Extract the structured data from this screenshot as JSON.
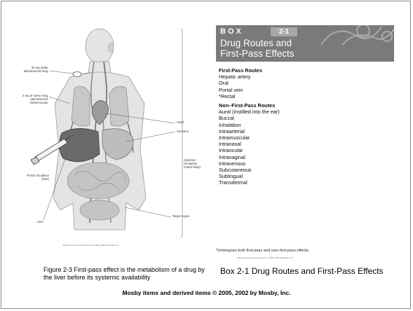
{
  "figure": {
    "label_oral": "40 mg orally administered drug",
    "label_iv": "2 mg of same drug administered intravenously",
    "label_heart": "Heart",
    "label_stomach": "Stomach",
    "label_portal": "Portal circulation (liver)",
    "label_systemic": "Systemic circulation (entire body)",
    "label_liver": "Liver",
    "label_target": "Target organ",
    "credit": "Mosby items and derived items © 2005, 2002 by Mosby, Inc."
  },
  "box": {
    "tag": "BOX",
    "number": "2-1",
    "title_line1": "Drug Routes and",
    "title_line2": "First-Pass Effects",
    "first_pass_heading": "First-Pass Routes",
    "first_pass_items": [
      "Hepatic artery",
      "Oral",
      "Portal vein",
      "*Rectal"
    ],
    "non_first_pass_heading": "Non–First-Pass Routes",
    "non_first_pass_items": [
      "Aural (instilled into the ear)",
      "Buccal",
      "Inhalation",
      "Intraarterial",
      "Intramuscular",
      "Intranasal",
      "Intraocular",
      "Intravaginal",
      "Intravenous",
      "Subcutaneous",
      "Sublingual",
      "Transdermal"
    ],
    "footnote": "*Undergoes both first-pass and non–first-pass effects.",
    "credit": "Mosby items and derived items © 2005, 2002 by Mosby, Inc."
  },
  "captions": {
    "left": "Figure 2-3 First-pass effect is the metabolism of a drug by the liver before its systemic availability",
    "right": "Box 2-1 Drug Routes and First-Pass Effects"
  },
  "copyright": "Mosby items and derived items © 2005, 2002 by Mosby, Inc."
}
